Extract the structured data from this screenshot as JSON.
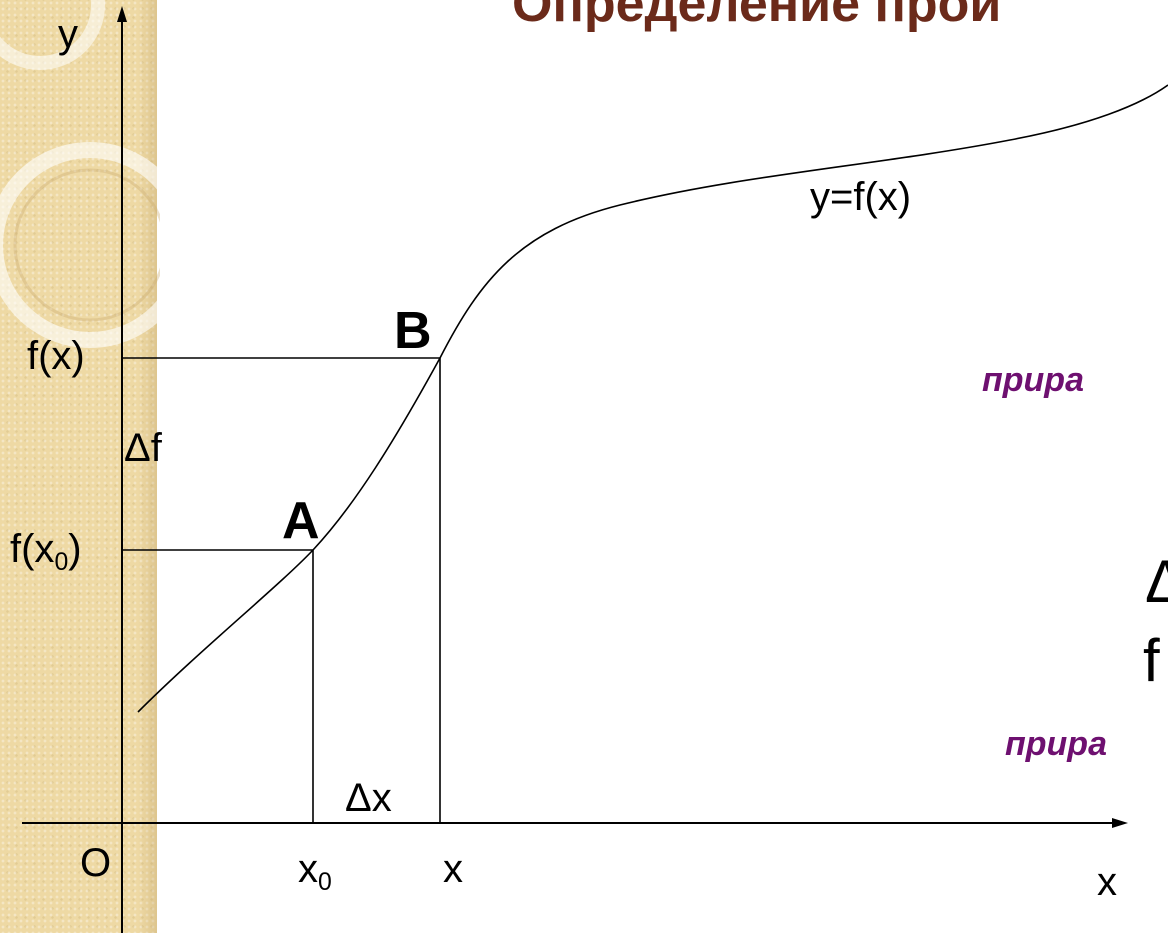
{
  "slide": {
    "title": "Определение прои",
    "right_text_1": "прира",
    "right_text_2": "Δ",
    "right_text_3": "f",
    "right_text_4": "прира"
  },
  "diagram": {
    "y_axis_label": "y",
    "x_axis_label": "x",
    "origin_label": "O",
    "curve_label": "y=f(x)",
    "point_a_label": "A",
    "point_b_label": "B",
    "fx_label": "f(x)",
    "fx0_label_main": "f(x",
    "fx0_label_sub": "0",
    "fx0_label_end": ")",
    "delta_f_label": "Δf",
    "delta_x_label": "Δx",
    "x0_label_main": "x",
    "x0_label_sub": "0",
    "x_tick_label": "x"
  },
  "colors": {
    "title": "#6b2a1a",
    "accent_purple": "#6e1070",
    "strip": "#eed9a4",
    "lines": "#000000"
  }
}
